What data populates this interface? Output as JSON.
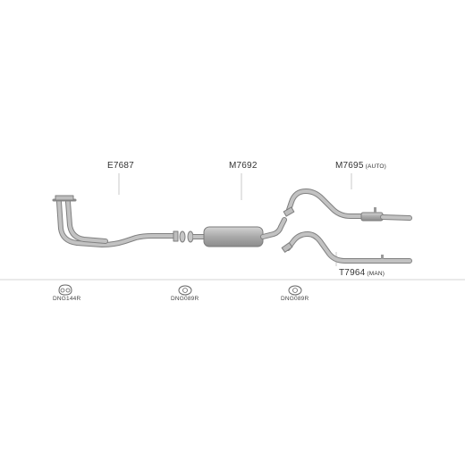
{
  "parts": [
    {
      "id": "front_pipe",
      "code": "E7687",
      "suffix": ""
    },
    {
      "id": "centre_box",
      "code": "M7692",
      "suffix": ""
    },
    {
      "id": "rear_auto",
      "code": "M7695",
      "suffix": "(AUTO)"
    },
    {
      "id": "rear_man",
      "code": "T7964",
      "suffix": "(MAN)"
    }
  ],
  "gaskets": [
    {
      "code": "DNG144R"
    },
    {
      "code": "DNG089R"
    },
    {
      "code": "DNG089R"
    }
  ],
  "colors": {
    "pipe": "#b4b4b4",
    "pipe_edge": "#7e7e7e",
    "leader": "#c8c8c8",
    "text": "#333333",
    "divider": "#d6d6d6"
  }
}
